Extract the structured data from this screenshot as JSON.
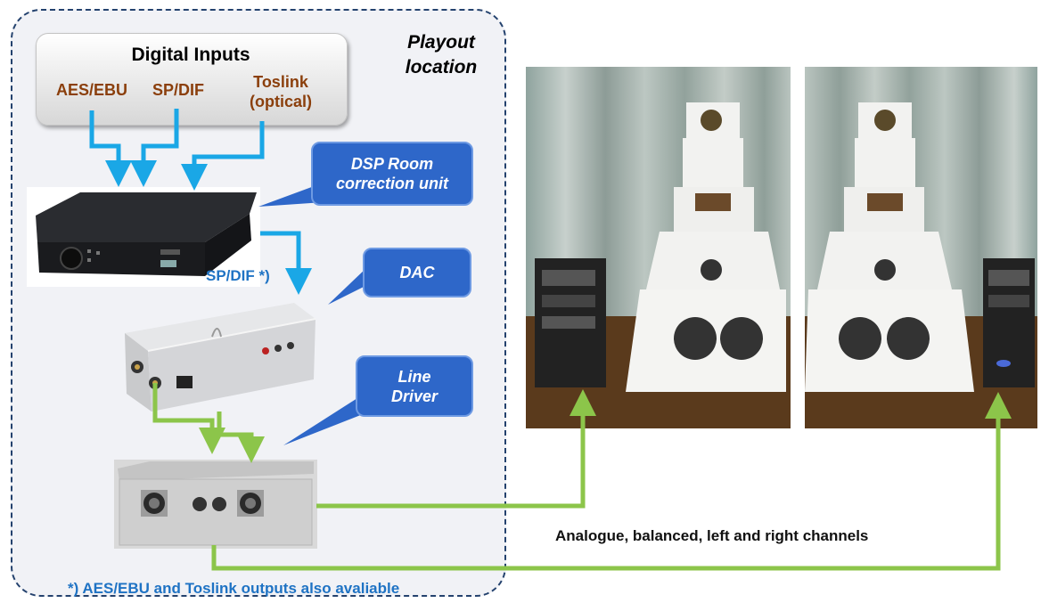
{
  "playout": {
    "title_line1": "Playout",
    "title_line2": "location"
  },
  "digital_inputs": {
    "title": "Digital Inputs",
    "aes_ebu": "AES/EBU",
    "spdif": "SP/DIF",
    "toslink_line1": "Toslink",
    "toslink_line2": "(optical)"
  },
  "callouts": {
    "dsp_line1": "DSP Room",
    "dsp_line2": "correction  unit",
    "dac": "DAC",
    "line_driver_line1": "Line",
    "line_driver_line2": "Driver"
  },
  "labels": {
    "spdif_out": "SP/DIF *)",
    "analogue": "Analogue, balanced, left and right channels",
    "footnote": "*) AES/EBU and Toslink outputs also avaliable"
  },
  "colors": {
    "blue_arrow": "#1aa7e6",
    "green_arrow": "#8cc54a",
    "callout_blue": "#2e67c9",
    "input_label": "#8b3f0c",
    "footnote_blue": "#1f73c4",
    "border_dashed": "#24426e"
  }
}
